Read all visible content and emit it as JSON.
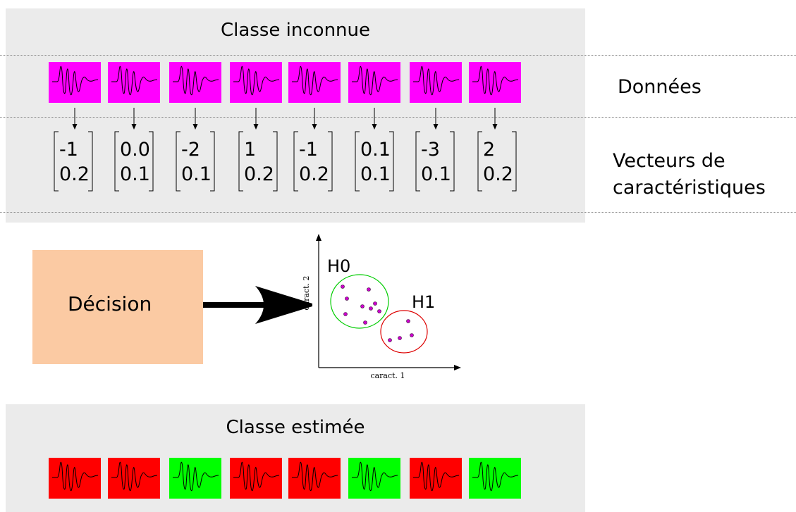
{
  "top_panel": {
    "title": "Classe inconnue"
  },
  "side_labels": {
    "data": "Données",
    "features_line1": "Vecteurs de",
    "features_line2": "caractéristiques"
  },
  "inputs": [
    {
      "color": "#ff00ff"
    },
    {
      "color": "#ff00ff"
    },
    {
      "color": "#ff00ff"
    },
    {
      "color": "#ff00ff"
    },
    {
      "color": "#ff00ff"
    },
    {
      "color": "#ff00ff"
    },
    {
      "color": "#ff00ff"
    },
    {
      "color": "#ff00ff"
    }
  ],
  "feature_vectors": [
    {
      "v1": "-1",
      "v2": "0.2"
    },
    {
      "v1": "0.0",
      "v2": "0.1"
    },
    {
      "v1": "-2",
      "v2": "0.1"
    },
    {
      "v1": "1",
      "v2": "0.2"
    },
    {
      "v1": "-1",
      "v2": "0.2"
    },
    {
      "v1": "0.1",
      "v2": "0.1"
    },
    {
      "v1": "-3",
      "v2": "0.1"
    },
    {
      "v1": "2",
      "v2": "0.2"
    }
  ],
  "decision": {
    "label": "Décision"
  },
  "scatter": {
    "xlabel": "caract. 1",
    "ylabel": "caract. 2",
    "clusters": [
      {
        "label": "H0",
        "color": "#00cc00"
      },
      {
        "label": "H1",
        "color": "#dd0000"
      }
    ]
  },
  "bottom_panel": {
    "title": "Classe estimée"
  },
  "outputs": [
    {
      "class": "H1",
      "color": "#ff0000"
    },
    {
      "class": "H1",
      "color": "#ff0000"
    },
    {
      "class": "H0",
      "color": "#00ff00"
    },
    {
      "class": "H1",
      "color": "#ff0000"
    },
    {
      "class": "H1",
      "color": "#ff0000"
    },
    {
      "class": "H0",
      "color": "#00ff00"
    },
    {
      "class": "H1",
      "color": "#ff0000"
    },
    {
      "class": "H0",
      "color": "#00ff00"
    }
  ],
  "colors": {
    "panel": "#ebebeb",
    "decision_box": "#fbcaa3",
    "data_point": "#cc00cc"
  }
}
